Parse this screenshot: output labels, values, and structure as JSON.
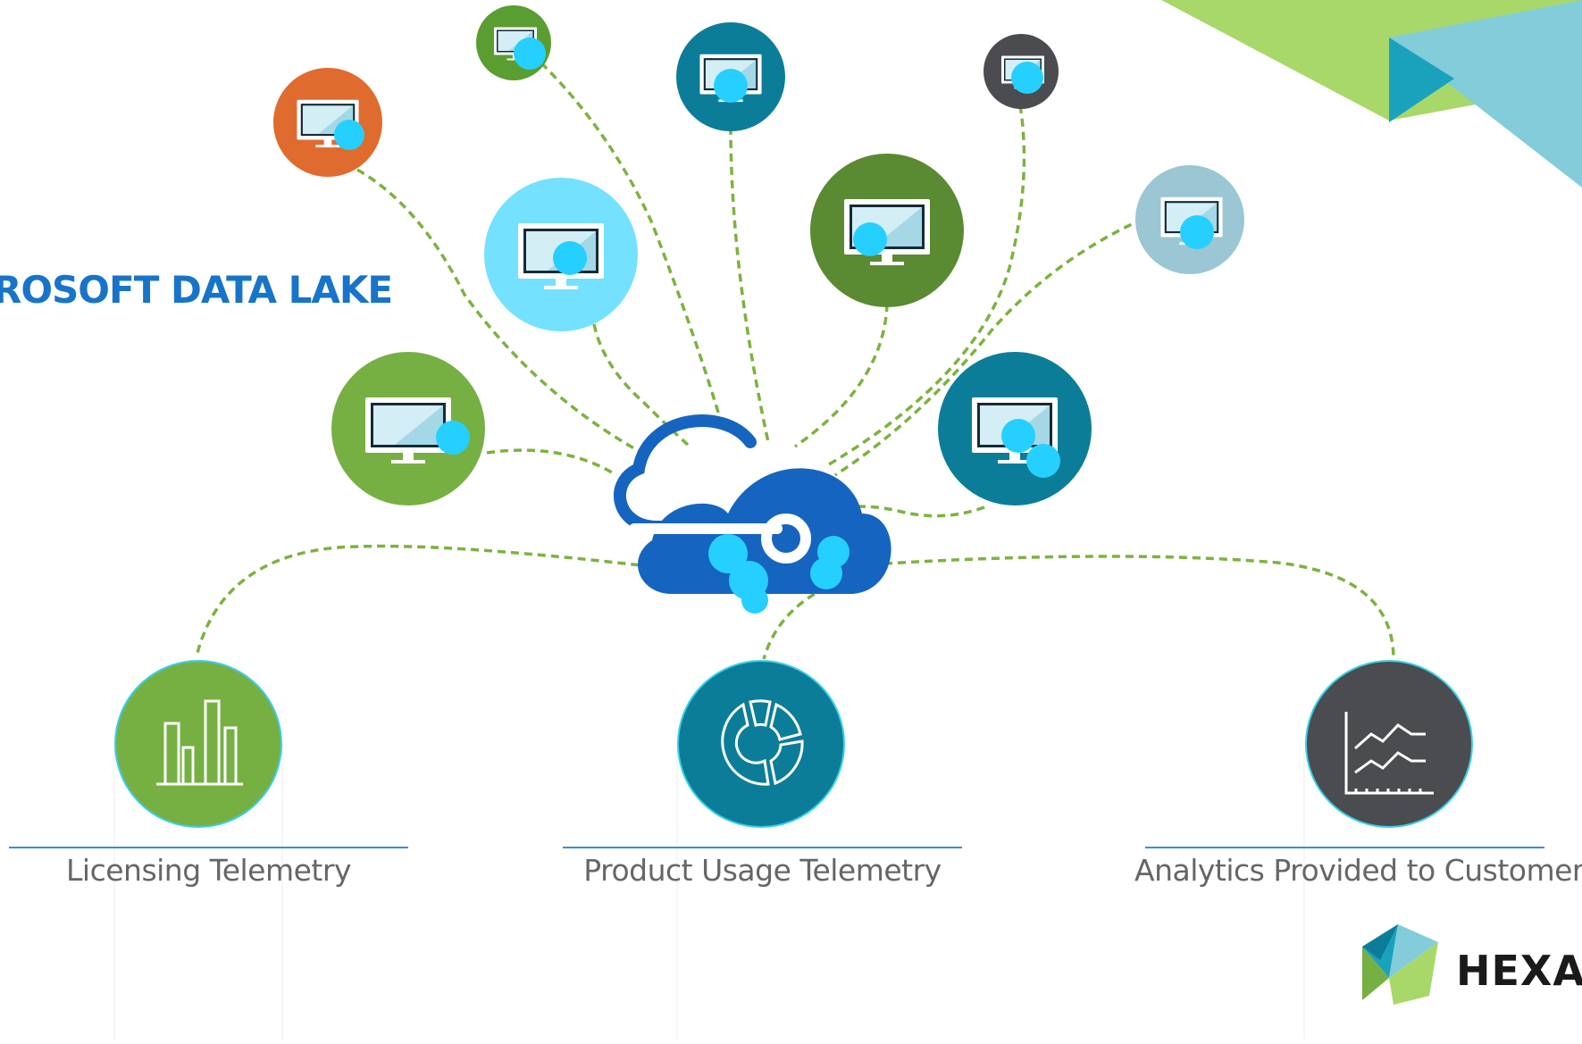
{
  "heading": {
    "text": "ROSOFT DATA LAKE"
  },
  "outputs": [
    {
      "label": "Licensing Telemetry",
      "icon": "bar-chart-icon"
    },
    {
      "label": "Product Usage Telemetry",
      "icon": "donut-chart-icon"
    },
    {
      "label": "Analytics Provided to Customers",
      "icon": "line-chart-icon"
    }
  ],
  "hub": {
    "icon": "data-lake-cloud-icon"
  },
  "brand": {
    "name": "HEXAG",
    "icon": "hexagon-logo-icon"
  },
  "colors": {
    "heading": "#1874c8",
    "caption": "#666666",
    "rule": "#3a8fd0",
    "connector": "#7db240",
    "cloud": "#1565c0",
    "dot": "#25d0ff",
    "green": "#76b043",
    "dark_green": "#5a8a32",
    "teal": "#0c7d99",
    "light_blue": "#73e1ff",
    "pale_blue": "#9ac7d3",
    "orange": "#e06b2e",
    "charcoal": "#4a4c50",
    "lime": "#a8d86a",
    "sky": "#82cdd9",
    "deep_teal": "#1aa2bd"
  }
}
